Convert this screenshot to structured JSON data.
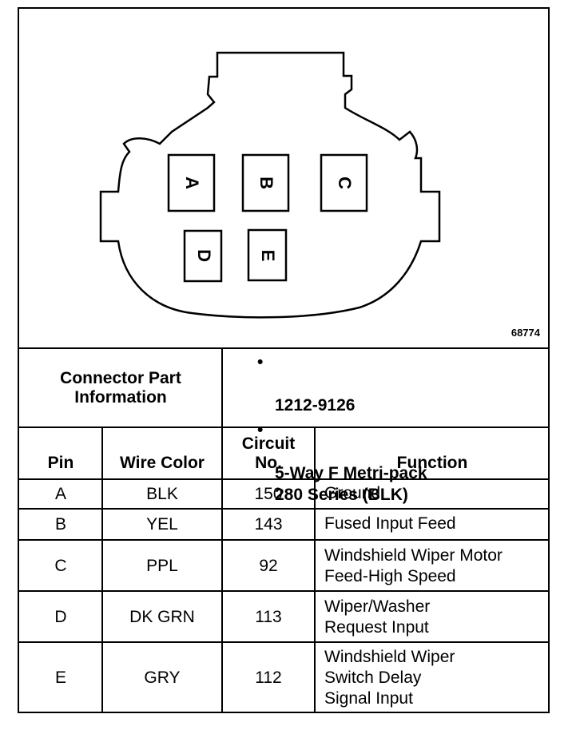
{
  "figure_number": "68774",
  "connector": {
    "pins": [
      "A",
      "B",
      "C",
      "D",
      "E"
    ]
  },
  "part_info": {
    "heading": "Connector Part\nInformation",
    "items": [
      "1212-9126",
      "5-Way F Metri-pack\n280 Series (BLK)"
    ],
    "bullet": "•"
  },
  "table": {
    "headers": {
      "pin": "Pin",
      "wire_color": "Wire Color",
      "circuit": "Circuit\nNo.",
      "function": "Function"
    },
    "rows": [
      {
        "pin": "A",
        "wire_color": "BLK",
        "circuit": "150",
        "function": "Ground"
      },
      {
        "pin": "B",
        "wire_color": "YEL",
        "circuit": "143",
        "function": "Fused Input Feed"
      },
      {
        "pin": "C",
        "wire_color": "PPL",
        "circuit": "92",
        "function": "Windshield Wiper Motor\nFeed-High Speed"
      },
      {
        "pin": "D",
        "wire_color": "DK GRN",
        "circuit": "113",
        "function": "Wiper/Washer\nRequest Input"
      },
      {
        "pin": "E",
        "wire_color": "GRY",
        "circuit": "112",
        "function": "Windshield Wiper\nSwitch Delay\nSignal Input"
      }
    ]
  },
  "colors": {
    "ink": "#000000",
    "paper": "#ffffff"
  }
}
